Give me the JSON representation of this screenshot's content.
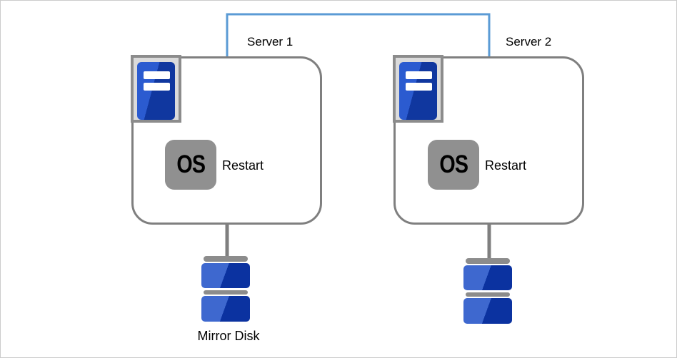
{
  "diagram": {
    "servers": [
      {
        "label": "Server 1",
        "os_badge": "OS",
        "action": "Restart"
      },
      {
        "label": "Server 2",
        "os_badge": "OS",
        "action": "Restart"
      }
    ],
    "mirror_disk_label": "Mirror Disk",
    "icons": {
      "computer": "computer-tower-icon",
      "os": "os-badge-icon",
      "disk": "mirror-disk-icon",
      "link": "heartbeat-link-line"
    },
    "colors": {
      "heartbeat_link": "#5B9BD5",
      "box_border": "#7F7F7F",
      "stem_gray": "#7F7F7F",
      "hardware_gray": "#8C8C8C",
      "os_tile_gray": "#909090",
      "icon_frame_fill": "#DBDBDB",
      "tower_blue_light": "#2B5BD0",
      "tower_blue_dark": "#10379F",
      "disk_blue_light": "#3E68CF",
      "disk_blue_dark": "#0B32A0",
      "text": "#000000",
      "canvas_border": "#CCCCCC"
    }
  }
}
